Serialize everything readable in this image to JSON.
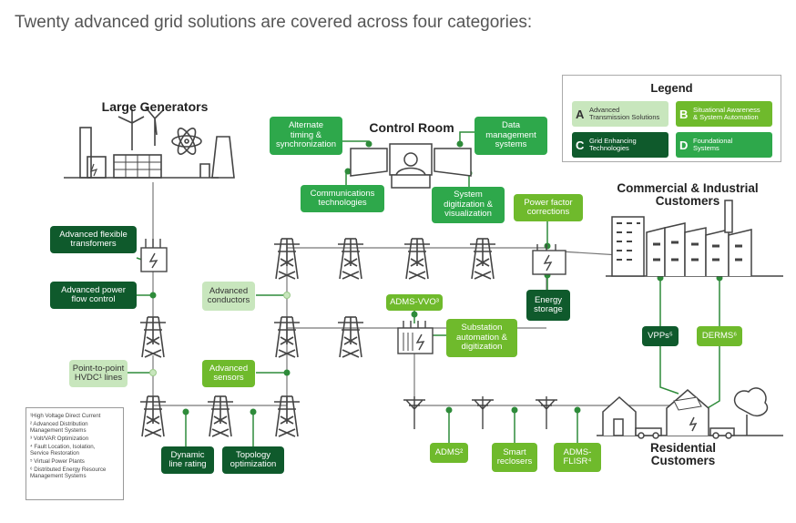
{
  "headline": "Twenty advanced grid solutions are covered across four categories:",
  "sections": {
    "large_generators": "Large Generators",
    "control_room": "Control Room",
    "commercial": "Commercial & Industrial\nCustomers",
    "residential": "Residential\nCustomers"
  },
  "legend": {
    "title": "Legend",
    "items": [
      {
        "letter": "A",
        "text": "Advanced\nTransmission Solutions"
      },
      {
        "letter": "B",
        "text": "Situational Awareness\n& System Automation"
      },
      {
        "letter": "C",
        "text": "Grid Enhancing\nTechnologies"
      },
      {
        "letter": "D",
        "text": "Foundational\nSystems"
      }
    ]
  },
  "solutions": {
    "alt_timing": "Alternate\ntiming &\nsynchronization",
    "data_mgmt": "Data\nmanagement\nsystems",
    "comms": "Communications\ntechnologies",
    "sys_digit": "System\ndigitization &\nvisualization",
    "flex_transformers": "Advanced flexible\ntransfomers",
    "power_flow": "Advanced power\nflow control",
    "power_factor": "Power factor\ncorrections",
    "energy_storage": "Energy\nstorage",
    "adv_conductors": "Advanced\nconductors",
    "adms_vvo": "ADMS-VVO³",
    "substation": "Substation\nautomation &\ndigitization",
    "hvdc": "Point-to-point\nHVDC¹ lines",
    "adv_sensors": "Advanced\nsensors",
    "dlr": "Dynamic\nline rating",
    "topology": "Topology\noptimization",
    "vpps": "VPPs⁵",
    "derms": "DERMS⁶",
    "adms": "ADMS²",
    "smart_reclosers": "Smart\nreclosers",
    "adms_flisr": "ADMS-\nFLISR⁴"
  },
  "notes": [
    "¹High Voltage Direct Current",
    "² Advanced Distribution\nManagement Systems",
    "³ Volt/VAR Optimization",
    "⁴ Fault Location, Isolation,\nService Restoration",
    "⁵ Virtual Power Plants",
    "⁶ Distributed Energy Resource\nManagement Systems"
  ],
  "colors": {
    "A": "#c8e6bd",
    "B": "#6fba2c",
    "C": "#0f5a2c",
    "D": "#2ea84b",
    "line": "#555555"
  }
}
